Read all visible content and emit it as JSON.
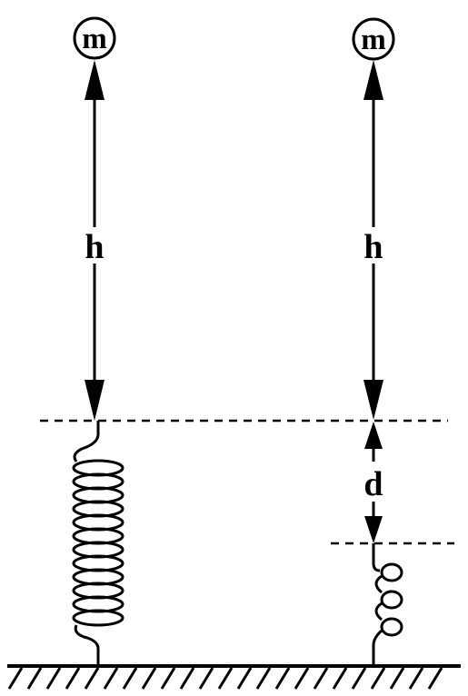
{
  "diagram": {
    "left": {
      "mass_label": "m",
      "height_label": "h"
    },
    "right": {
      "mass_label": "m",
      "height_label": "h",
      "compression_label": "d"
    }
  },
  "colors": {
    "ink": "#000000",
    "background": "#ffffff"
  }
}
